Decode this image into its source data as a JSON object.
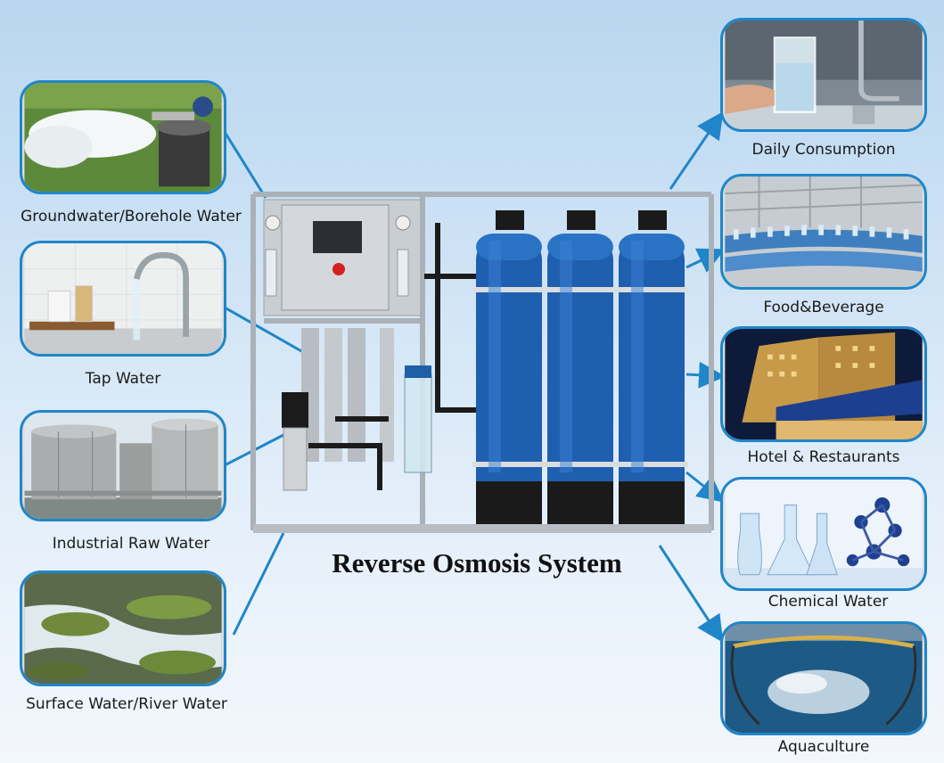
{
  "title": "Reverse Osmosis System",
  "colors": {
    "accent": "#1f86c9",
    "tank": "#1f5fb0",
    "steel": "#c9ced3"
  },
  "sources": [
    {
      "label": "Groundwater/Borehole Water",
      "icon": "borehole-icon"
    },
    {
      "label": "Tap Water",
      "icon": "faucet-icon"
    },
    {
      "label": "Industrial Raw Water",
      "icon": "storage-tank-icon"
    },
    {
      "label": "Surface Water/River Water",
      "icon": "river-icon"
    }
  ],
  "applications": [
    {
      "label": "Daily Consumption",
      "icon": "drinking-glass-icon"
    },
    {
      "label": "Food&Beverage",
      "icon": "bottling-line-icon"
    },
    {
      "label": "Hotel & Restaurants",
      "icon": "hotel-icon"
    },
    {
      "label": "Chemical Water",
      "icon": "flask-icon"
    },
    {
      "label": "Aquaculture",
      "icon": "fish-pen-icon"
    }
  ]
}
